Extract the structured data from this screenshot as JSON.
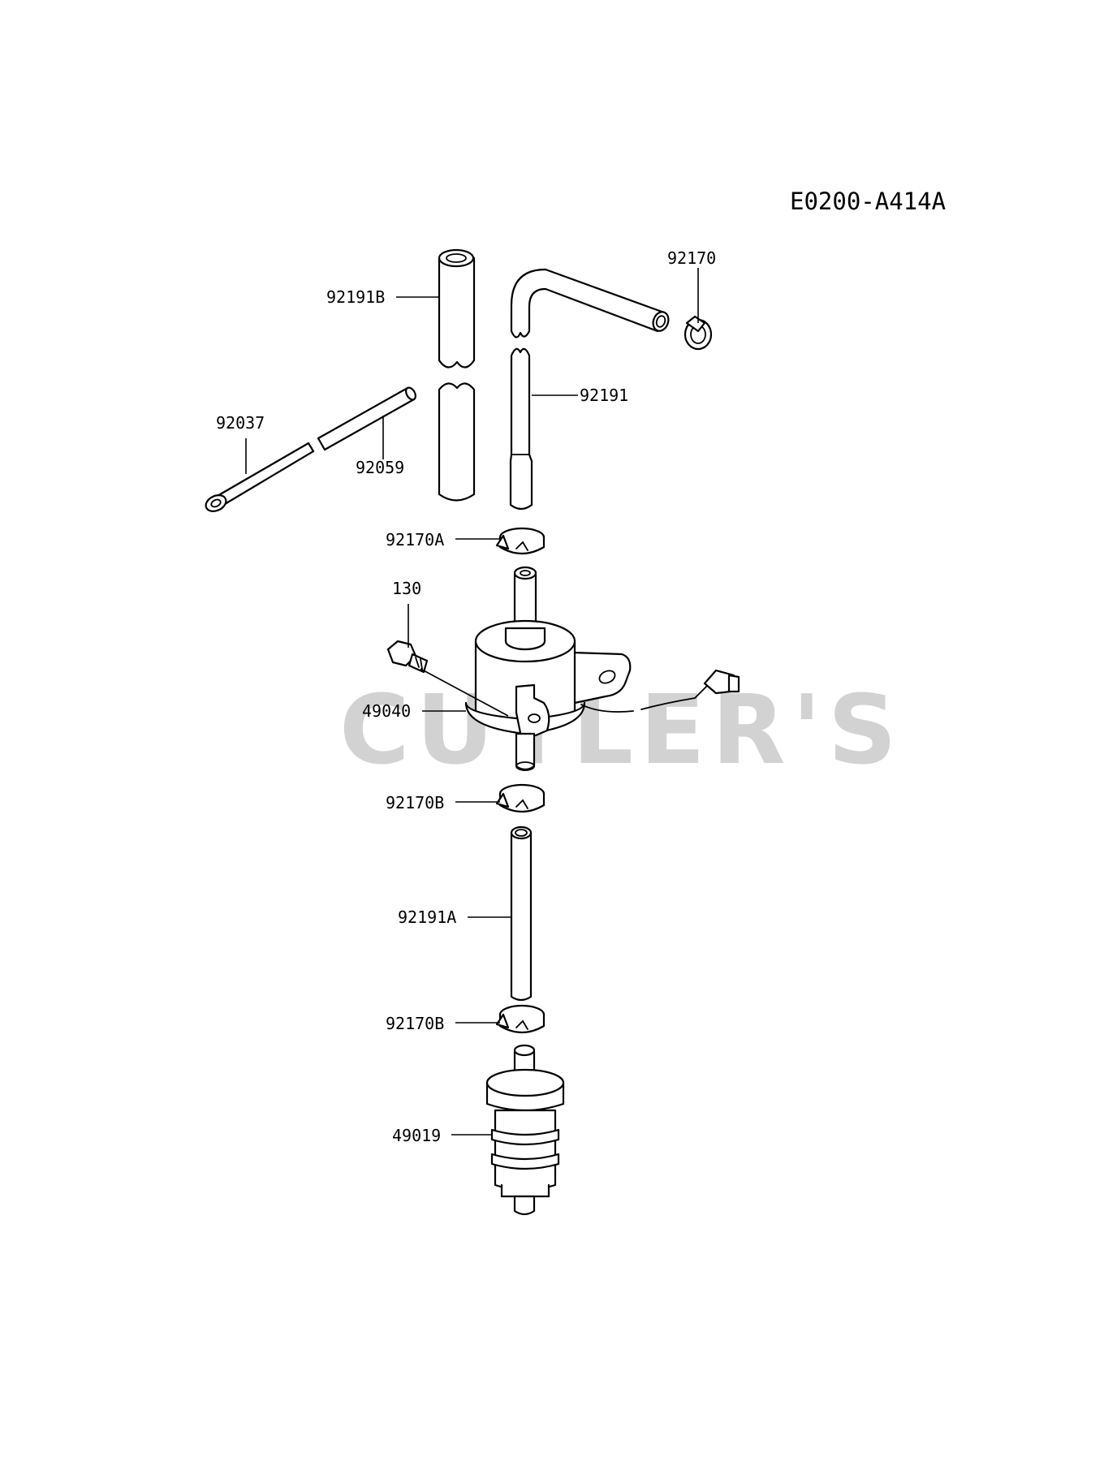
{
  "diagram": {
    "code": "E0200-A414A",
    "watermark": "CUTLER'S",
    "callouts": {
      "c92191B": "92191B",
      "c92170": "92170",
      "c92191": "92191",
      "c92037": "92037",
      "c92059": "92059",
      "c92170A": "92170A",
      "c130": "130",
      "c49040": "49040",
      "c92170B_upper": "92170B",
      "c92191A": "92191A",
      "c92170B_lower": "92170B",
      "c49019": "49019"
    }
  }
}
